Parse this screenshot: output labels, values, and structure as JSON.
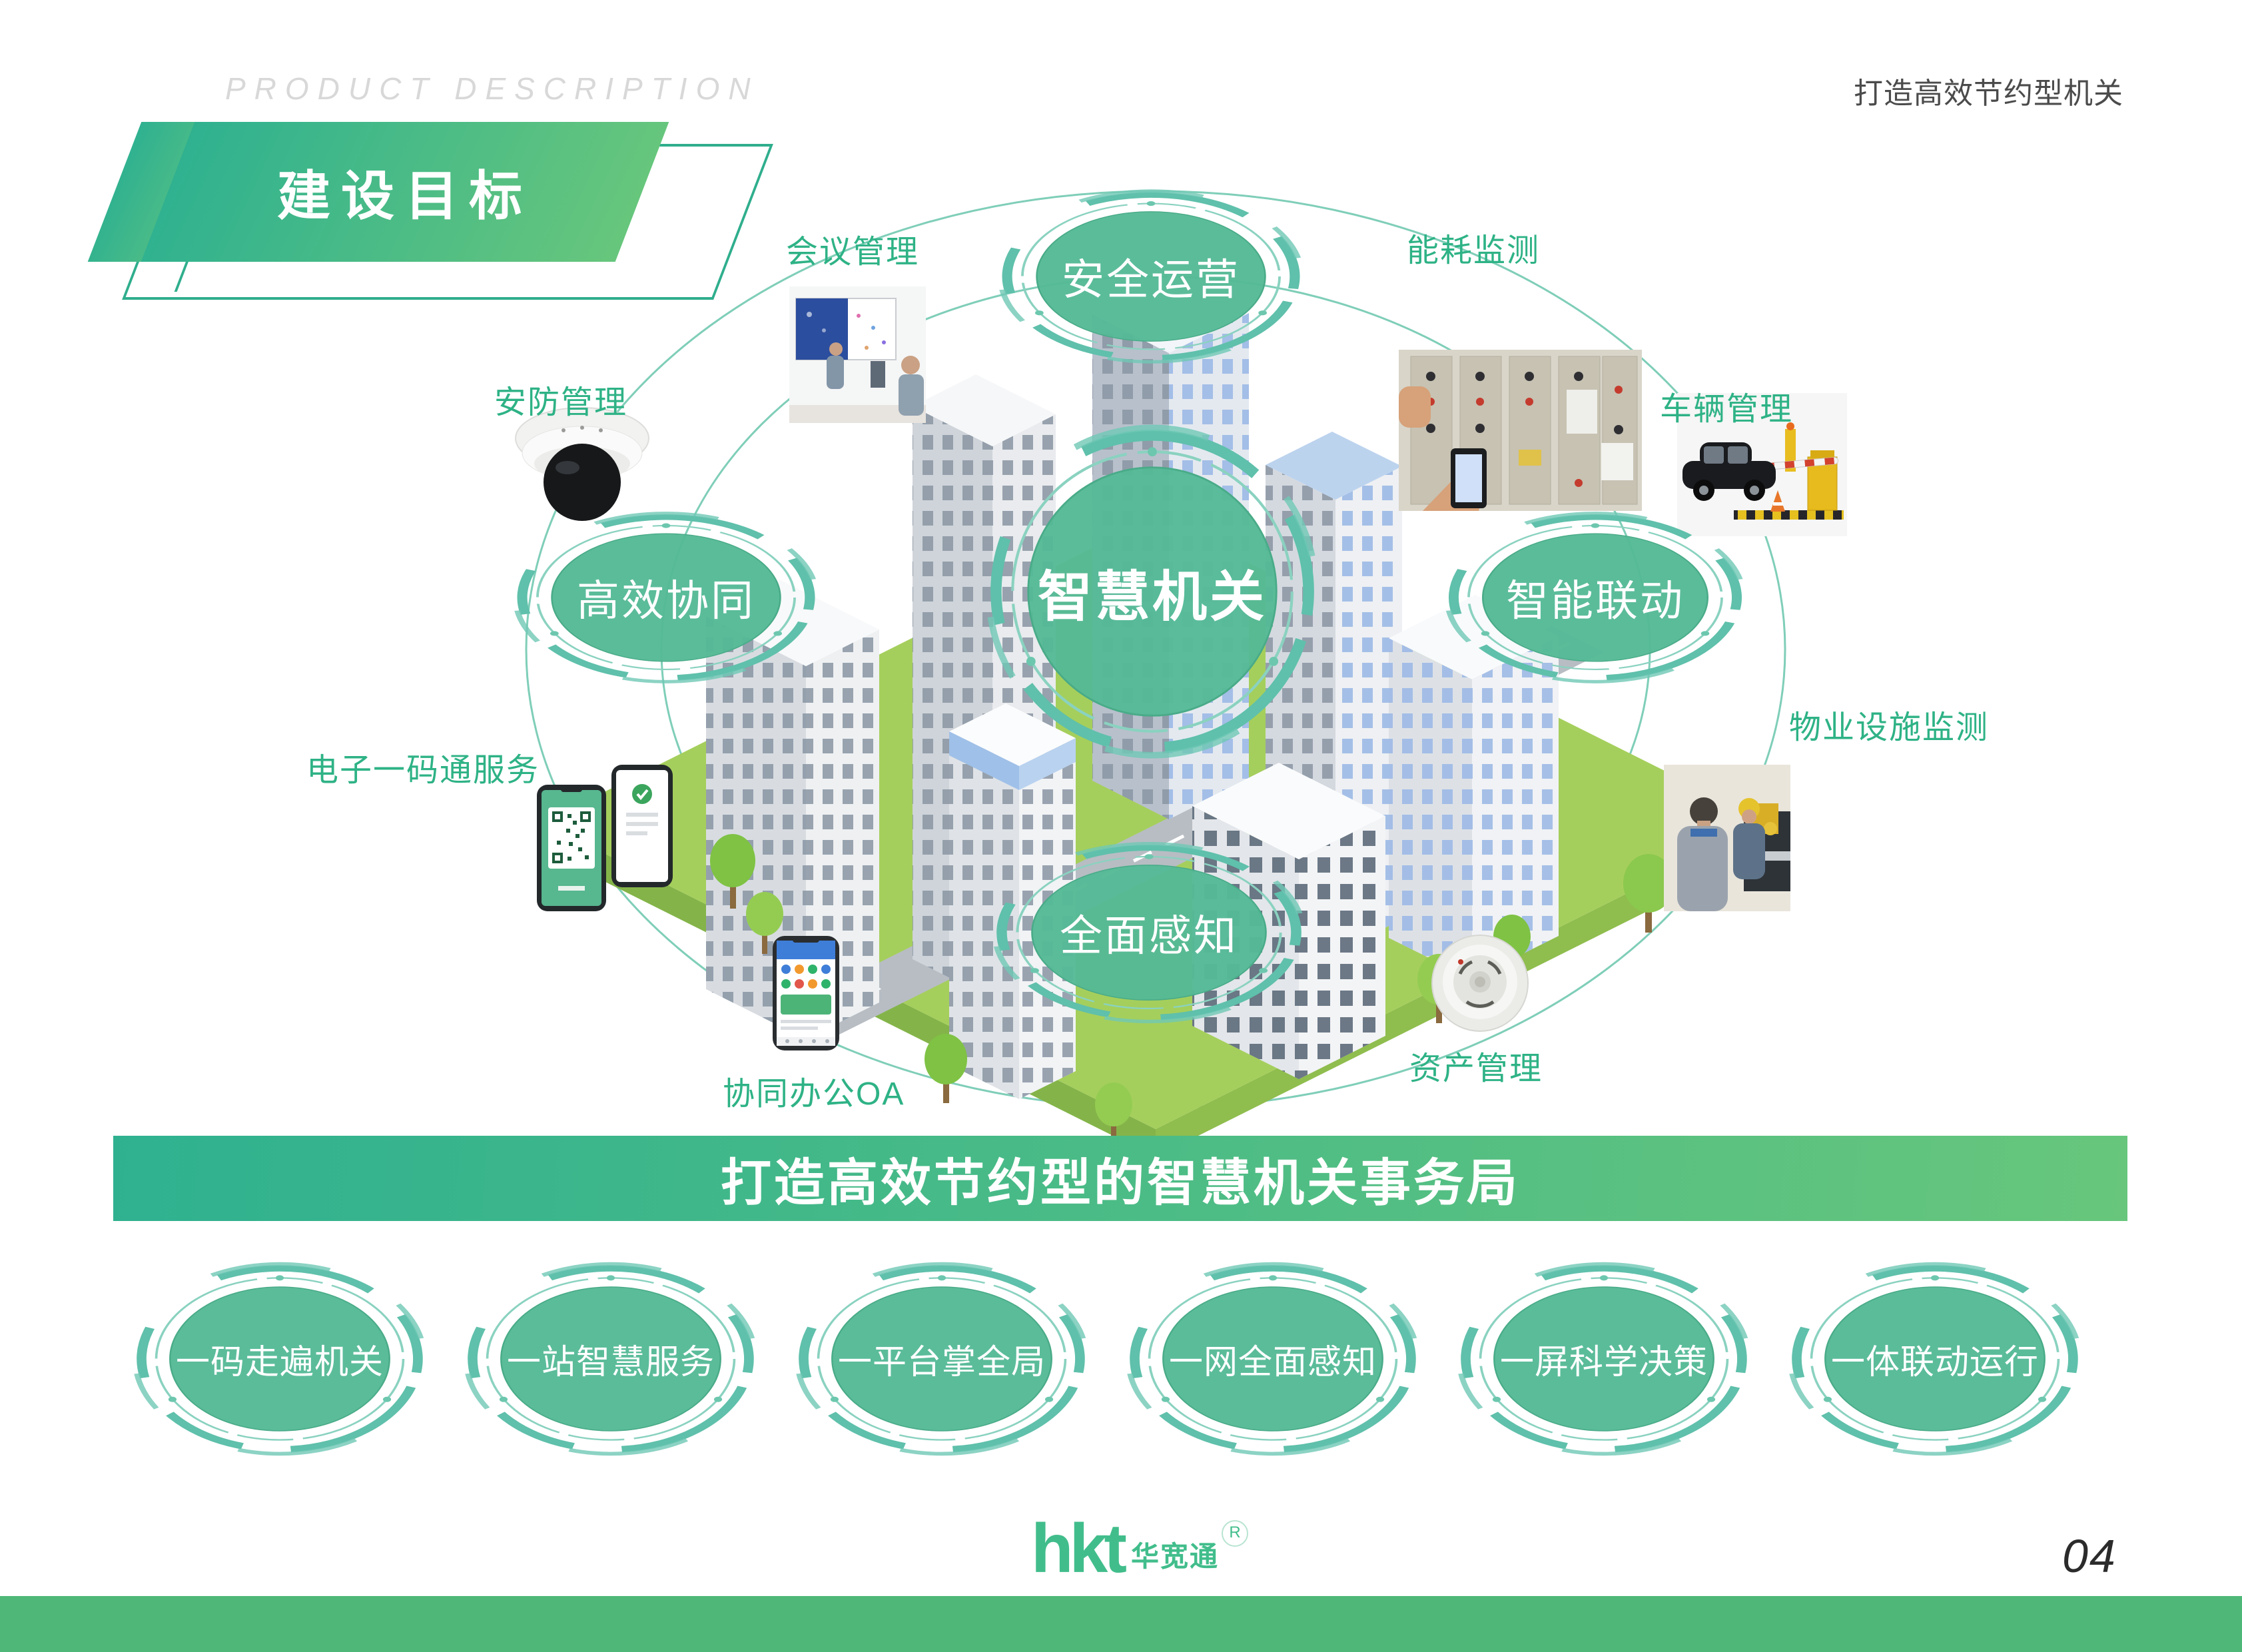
{
  "header": {
    "eyebrow": "PRODUCT  DESCRIPTION",
    "title": "建设目标",
    "top_right": "打造高效节约型机关"
  },
  "diagram": {
    "center_label": "智慧机关",
    "ring_labels": [
      "安全运营",
      "高效协同",
      "智能联动",
      "全面感知"
    ],
    "satellite_labels": [
      "会议管理",
      "能耗监测",
      "安防管理",
      "车辆管理",
      "电子一码通服务",
      "协同办公OA",
      "物业设施监测",
      "资产管理"
    ]
  },
  "banner": {
    "text": "打造高效节约型的智慧机关事务局"
  },
  "goals": [
    "一码走遍机关",
    "一站智慧服务",
    "一平台掌全局",
    "一网全面感知",
    "一屏科学决策",
    "一体联动运行"
  ],
  "footer": {
    "logo": "hkt",
    "logo_cn": "华宽通",
    "registered": "R",
    "page_number": "04"
  },
  "colors": {
    "accent_green": "#2eb286",
    "badge_fill": "#54b996",
    "ring_teal": "#5fc0ab",
    "banner_start": "#2fb190",
    "banner_end": "#67c67c",
    "bottom_bar": "#4fb878"
  }
}
